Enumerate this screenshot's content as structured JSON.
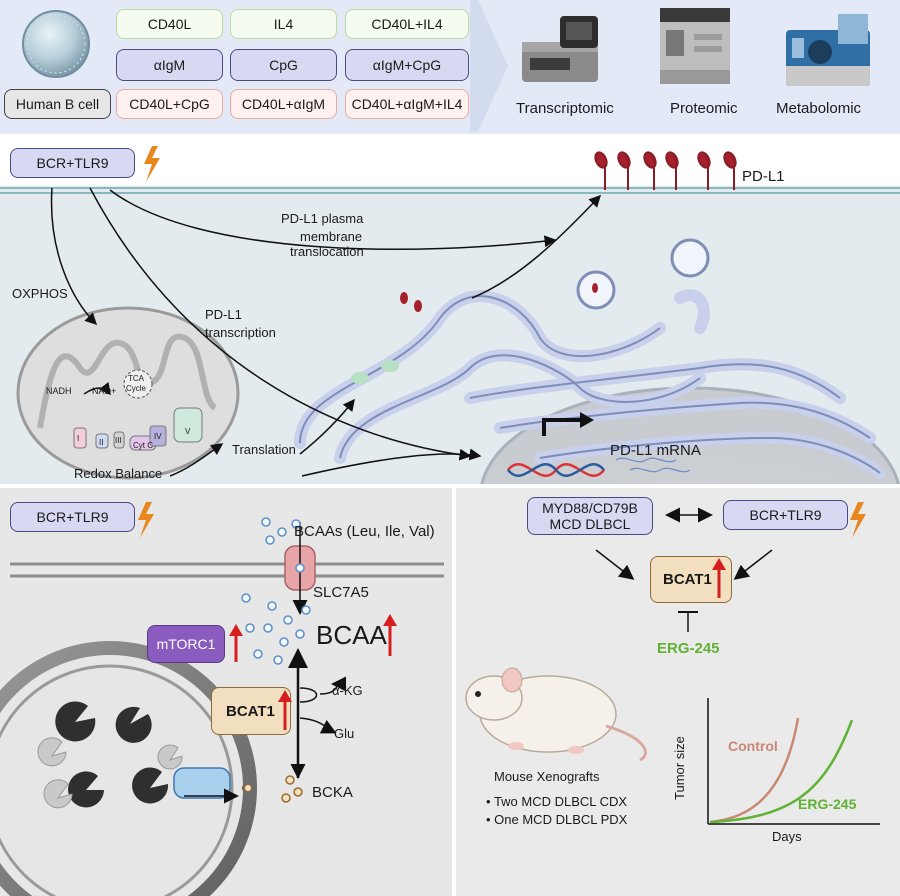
{
  "top": {
    "cell_label": "Human B cell",
    "conditions": [
      [
        "CD40L",
        "IL4",
        "CD40L+IL4"
      ],
      [
        "αIgM",
        "CpG",
        "αIgM+CpG"
      ],
      [
        "CD40L+CpG",
        "CD40L+αIgM",
        "CD40L+αIgM+IL4"
      ]
    ],
    "omics": [
      "Transcriptomic",
      "Proteomic",
      "Metabolomic"
    ]
  },
  "middle": {
    "stimulus": "BCR+TLR9",
    "pdl1": "PD-L1",
    "translocation": [
      "PD-L1 plasma",
      "membrane",
      "translocation"
    ],
    "oxphos": "OXPHOS",
    "transcription": [
      "PD-L1",
      "transcription"
    ],
    "nadh": "NADH",
    "nad": "NAD+",
    "tca": [
      "TCA",
      "Cycle"
    ],
    "complexes": [
      "I",
      "II",
      "III",
      "Cyt C",
      "IV",
      "V"
    ],
    "redox": "Redox Balance",
    "translation": "Translation",
    "mrna": "PD-L1 mRNA"
  },
  "bottom_left": {
    "stimulus": "BCR+TLR9",
    "bcaas": "BCAAs (Leu, Ile, Val)",
    "transporter": "SLC7A5",
    "mtorc1": "mTORC1",
    "bcaa": "BCAA",
    "bcat1": "BCAT1",
    "akg": "α-KG",
    "glu": "Glu",
    "bcka": "BCKA"
  },
  "bottom_right": {
    "driver": [
      "MYD88/CD79B",
      "MCD DLBCL"
    ],
    "stimulus": "BCR+TLR9",
    "bcat1": "BCAT1",
    "inhibitor": "ERG-245",
    "xenograft_title": "Mouse Xenografts",
    "xenograft_items": [
      "Two MCD DLBCL CDX",
      "One MCD DLBCL PDX"
    ],
    "chart_data": {
      "type": "line",
      "xlabel": "Days",
      "ylabel": "Tumor size",
      "series": [
        {
          "name": "Control",
          "color": "#c98872"
        },
        {
          "name": "ERG-245",
          "color": "#5fb233"
        }
      ]
    }
  },
  "colors": {
    "purple_box": "#d9d8f2",
    "mtorc1": "#8a5cbf",
    "bcat1": "#f1dfbf",
    "up_arrow": "#d61e1e",
    "lightning": "#e8871e",
    "inhibitor": "#5fb233"
  }
}
